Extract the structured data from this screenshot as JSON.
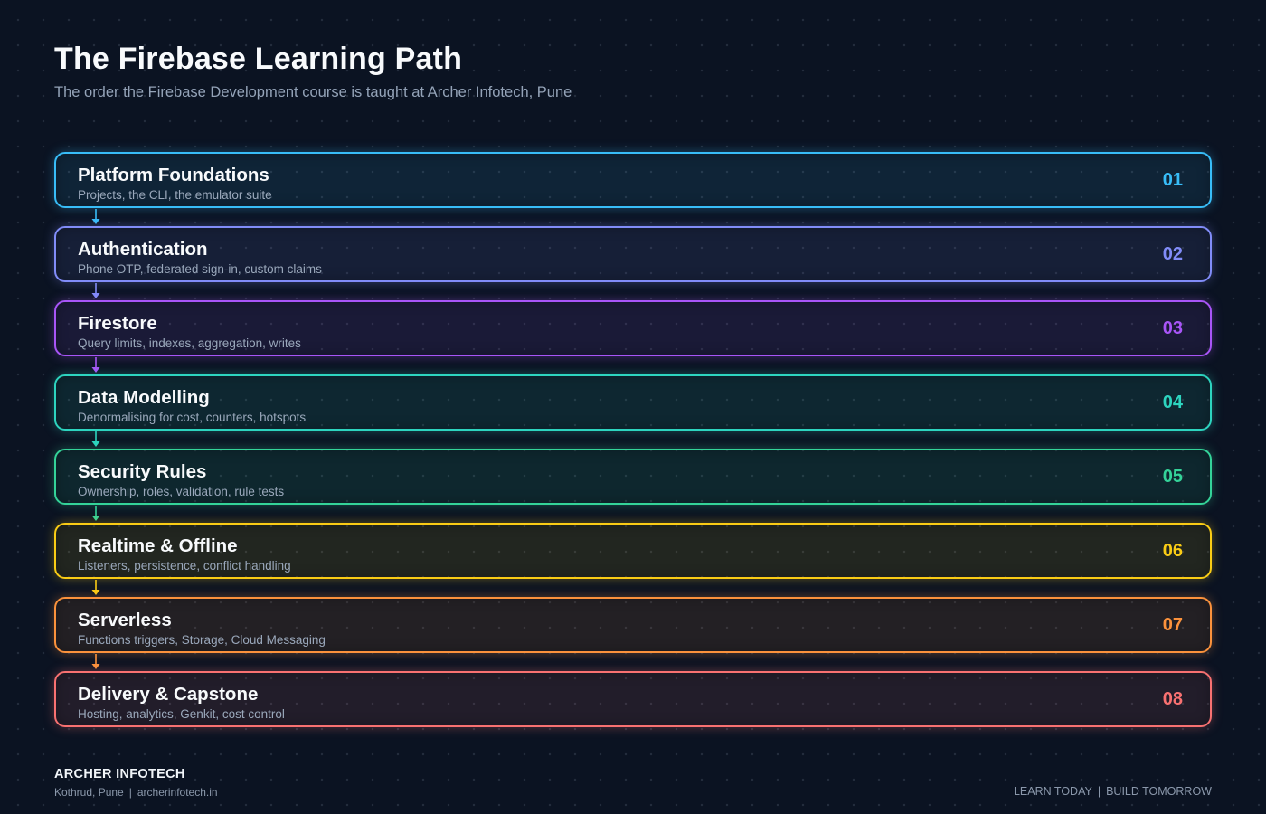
{
  "header": {
    "title": "The Firebase Learning Path",
    "subtitle": "The order the Firebase Development course is taught at Archer Infotech, Pune"
  },
  "stages": [
    {
      "number": "01",
      "title": "Platform Foundations",
      "description": "Projects, the CLI, the emulator suite",
      "color": "#38bdf8"
    },
    {
      "number": "02",
      "title": "Authentication",
      "description": "Phone OTP, federated sign-in, custom claims",
      "color": "#818cf8"
    },
    {
      "number": "03",
      "title": "Firestore",
      "description": "Query limits, indexes, aggregation, writes",
      "color": "#a855f7"
    },
    {
      "number": "04",
      "title": "Data Modelling",
      "description": "Denormalising for cost, counters, hotspots",
      "color": "#2dd4bf"
    },
    {
      "number": "05",
      "title": "Security Rules",
      "description": "Ownership, roles, validation, rule tests",
      "color": "#34d399"
    },
    {
      "number": "06",
      "title": "Realtime & Offline",
      "description": "Listeners, persistence, conflict handling",
      "color": "#facc15"
    },
    {
      "number": "07",
      "title": "Serverless",
      "description": "Functions triggers, Storage, Cloud Messaging",
      "color": "#fb923c"
    },
    {
      "number": "08",
      "title": "Delivery & Capstone",
      "description": "Hosting, analytics, Genkit, cost control",
      "color": "#f87171"
    }
  ],
  "footer": {
    "brand": "ARCHER INFOTECH",
    "location": "Kothrud, Pune",
    "website": "archerinfotech.in",
    "tagline_left": "LEARN TODAY",
    "tagline_right": "BUILD TOMORROW"
  }
}
